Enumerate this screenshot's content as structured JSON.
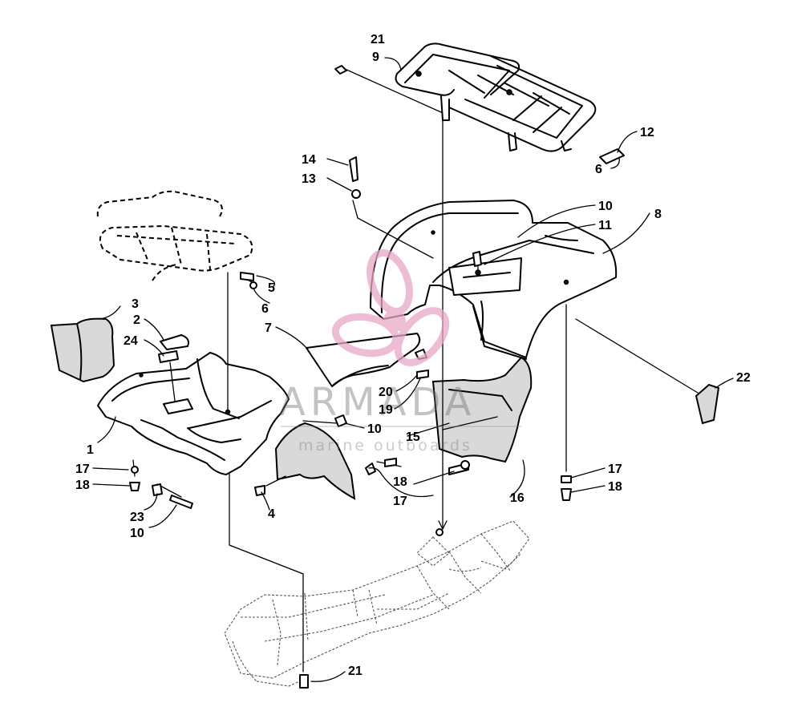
{
  "watermark": {
    "brand": "ARMADA",
    "tagline": "marine outboards",
    "logo_color": "#e8a7c6"
  },
  "callouts": [
    {
      "id": "c1",
      "label": "1"
    },
    {
      "id": "c2",
      "label": "2"
    },
    {
      "id": "c3",
      "label": "3"
    },
    {
      "id": "c4",
      "label": "4"
    },
    {
      "id": "c5",
      "label": "5"
    },
    {
      "id": "c6a",
      "label": "6"
    },
    {
      "id": "c6b",
      "label": "6"
    },
    {
      "id": "c7",
      "label": "7"
    },
    {
      "id": "c8",
      "label": "8"
    },
    {
      "id": "c9",
      "label": "9"
    },
    {
      "id": "c10a",
      "label": "10"
    },
    {
      "id": "c10b",
      "label": "10"
    },
    {
      "id": "c10c",
      "label": "10"
    },
    {
      "id": "c11",
      "label": "11"
    },
    {
      "id": "c12",
      "label": "12"
    },
    {
      "id": "c13",
      "label": "13"
    },
    {
      "id": "c14",
      "label": "14"
    },
    {
      "id": "c15",
      "label": "15"
    },
    {
      "id": "c16",
      "label": "16"
    },
    {
      "id": "c17a",
      "label": "17"
    },
    {
      "id": "c17b",
      "label": "17"
    },
    {
      "id": "c17c",
      "label": "17"
    },
    {
      "id": "c18a",
      "label": "18"
    },
    {
      "id": "c18b",
      "label": "18"
    },
    {
      "id": "c18c",
      "label": "18"
    },
    {
      "id": "c19",
      "label": "19"
    },
    {
      "id": "c20",
      "label": "20"
    },
    {
      "id": "c21a",
      "label": "21"
    },
    {
      "id": "c21b",
      "label": "21"
    },
    {
      "id": "c22",
      "label": "22"
    },
    {
      "id": "c23",
      "label": "23"
    },
    {
      "id": "c24",
      "label": "24"
    }
  ]
}
